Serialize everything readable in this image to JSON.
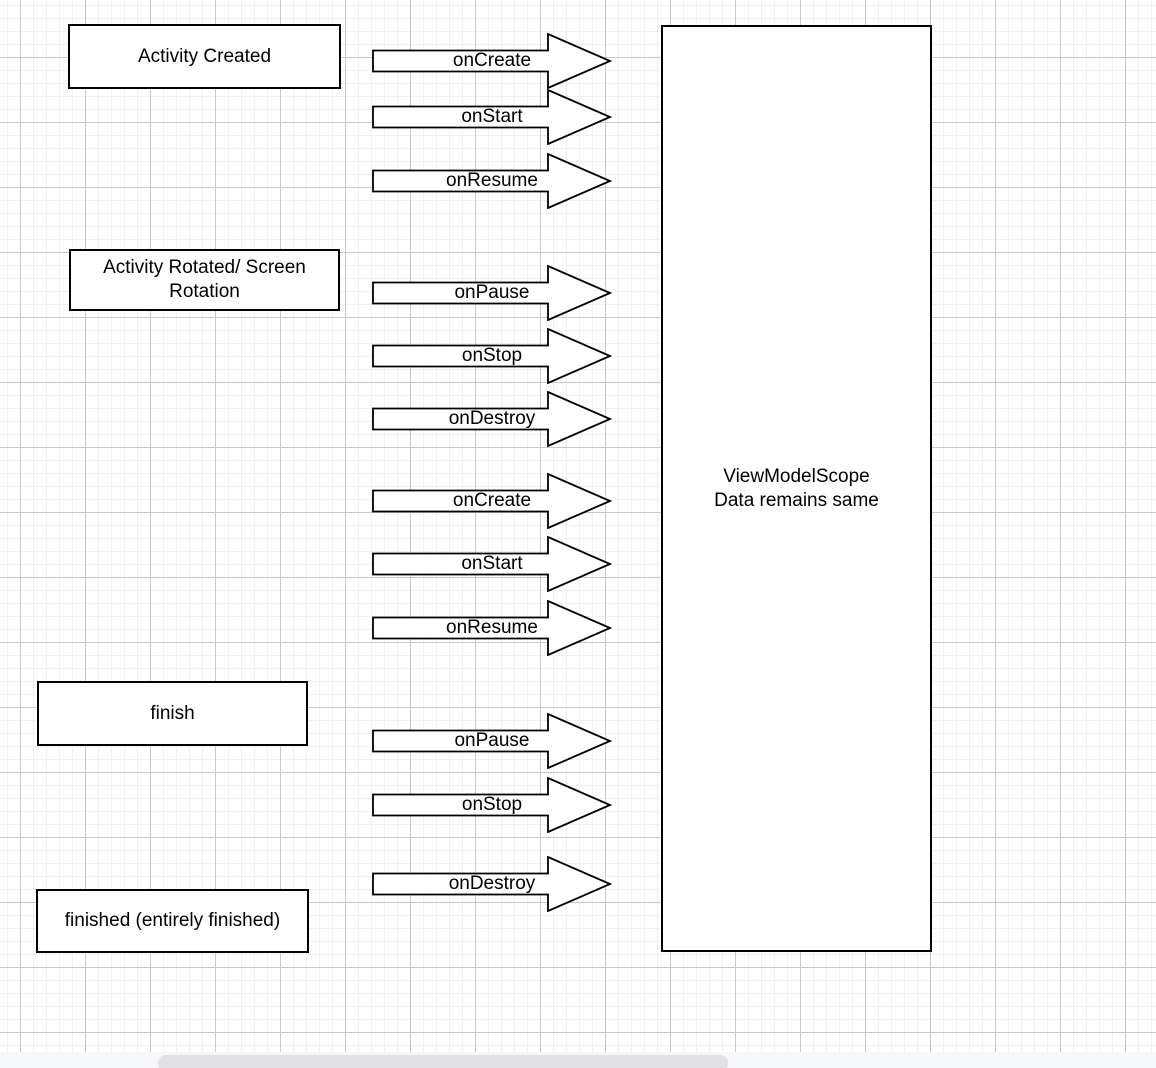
{
  "diagram": {
    "stages": {
      "activity_created": {
        "label": "Activity Created"
      },
      "activity_rotated": {
        "label": "Activity Rotated/ Screen Rotation"
      },
      "finish": {
        "label": "finish"
      },
      "finished": {
        "label": "finished (entirely finished)"
      }
    },
    "arrows": [
      {
        "label": "onCreate"
      },
      {
        "label": "onStart"
      },
      {
        "label": "onResume"
      },
      {
        "label": "onPause"
      },
      {
        "label": "onStop"
      },
      {
        "label": "onDestroy"
      },
      {
        "label": "onCreate"
      },
      {
        "label": "onStart"
      },
      {
        "label": "onResume"
      },
      {
        "label": "onPause"
      },
      {
        "label": "onStop"
      },
      {
        "label": "onDestroy"
      }
    ],
    "viewmodel_box": {
      "line1": "ViewModelScope",
      "line2": "Data remains same"
    },
    "colors": {
      "shape_stroke": "#000000",
      "shape_fill": "#ffffff",
      "text": "#000000",
      "grid_minor": "#f1f1f1",
      "grid_major": "#c9c9c9",
      "scrollbar_track": "#f6f7f9",
      "scrollbar_thumb": "#e1e1e4"
    }
  }
}
